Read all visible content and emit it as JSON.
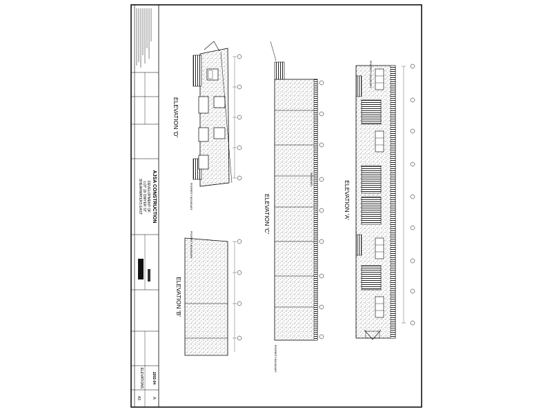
{
  "title_block": {
    "company": "AJSA CONSTRUCTION",
    "project_line1": "DEVELOPMENT OF",
    "project_line2": "LOT 19 OWYER ST",
    "project_line3": "SHEARWATERS EAST",
    "sheet_title": "ELEVATIONS",
    "drawing_number": "2202-04",
    "revision": "A",
    "sheet_size": "A3"
  },
  "elevations": {
    "a": "ELEVATION 'A'",
    "b": "ELEVATION 'B'",
    "c": "ELEVATION 'C'",
    "d": "ELEVATION 'D'"
  },
  "notes": {
    "property_boundary": "PROPERTY BOUNDARY",
    "rendered": "RENDERED"
  },
  "colors": {
    "line": "#000000",
    "paper": "#ffffff",
    "hatch": "#3a3a3a"
  }
}
